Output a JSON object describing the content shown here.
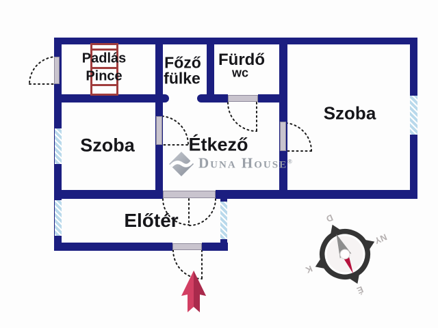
{
  "floorplan": {
    "labels": {
      "padlas": "Padlás",
      "pince": "Pince",
      "fozo_line1": "Főző",
      "fozo_line2": "fülke",
      "furdo": "Fürdő",
      "wc": "wc",
      "szoba_left": "Szoba",
      "szoba_right": "Szoba",
      "etkezo": "Étkező",
      "eloter": "Előtér"
    },
    "colors": {
      "wall": "#1b1e80",
      "window": "#b9d9eb",
      "door_sill": "#c9c4ce",
      "ladder": "#a03c3c",
      "entrance_arrow": "#d23f63",
      "entrance_arrow_shade": "#a92a4c",
      "label_text": "#16161a",
      "logo_gray": "#9aa0a8",
      "compass_dark": "#353535",
      "compass_letters": "#b5b0b0"
    }
  },
  "logo": {
    "brand": "Duna House",
    "registered": "®"
  },
  "compass": {
    "north": "É",
    "east": "K",
    "south": "D",
    "west": "NY"
  }
}
